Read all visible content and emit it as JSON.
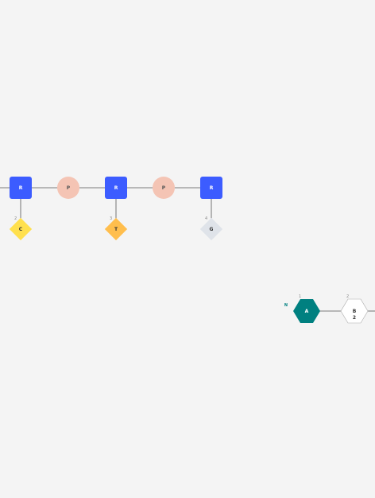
{
  "dna_strand": {
    "sugars": [
      {
        "label": "R"
      },
      {
        "label": "R"
      },
      {
        "label": "R"
      }
    ],
    "phosphates": [
      {
        "label": "P"
      },
      {
        "label": "P"
      }
    ],
    "bases": [
      {
        "label": "C",
        "index": "2",
        "color": "#ffe04d"
      },
      {
        "label": "T",
        "index": "3",
        "color": "#ffbe4d"
      },
      {
        "label": "G",
        "index": "4",
        "color": "#dfe3e9"
      }
    ],
    "sugar_color": "#3c5cff",
    "phosphate_color": "#f4c4b4"
  },
  "peptide_chain": {
    "terminus_label": "N",
    "residues": [
      {
        "label": "A",
        "index": "1",
        "color": "#008080"
      },
      {
        "label": "B",
        "sublabel": "2",
        "index": "2",
        "color": "#ffffff"
      }
    ]
  }
}
